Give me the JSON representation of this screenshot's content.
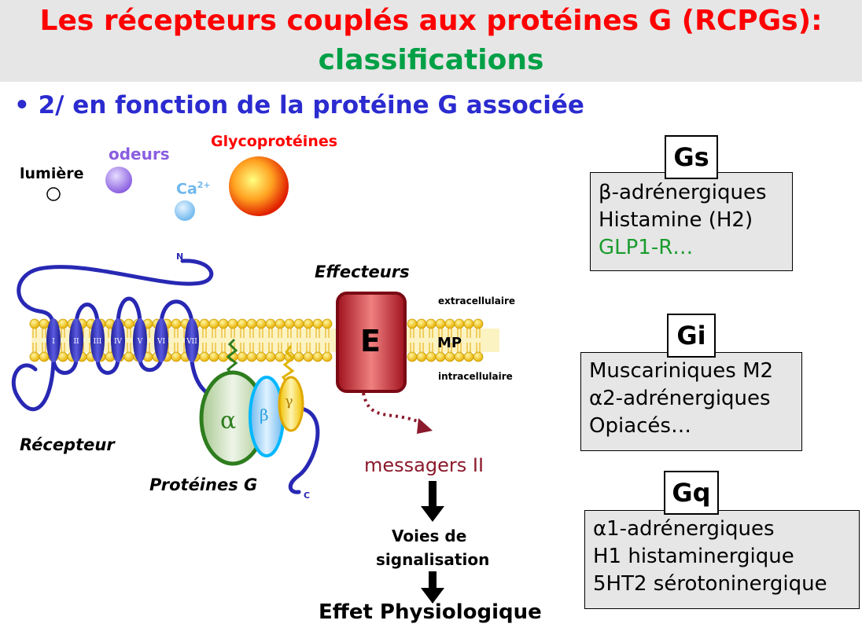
{
  "title": {
    "line1": "Les récepteurs couplés aux protéines G (RCPGs):",
    "line2": "classifications"
  },
  "subtitle": "• 2/ en fonction de la protéine G associée",
  "ligands": {
    "lumiere": "lumière",
    "odeurs": "odeurs",
    "calcium": "Ca",
    "calcium_sup": "2+",
    "glyco": "Glycoprotéines"
  },
  "diagram": {
    "n_terminal": "N",
    "c_terminal": "C",
    "effecteurs": "Effecteurs",
    "effector_letter": "E",
    "extracellulaire": "extracellulaire",
    "intracellulaire": "intracellulaire",
    "mp": "MP",
    "recepteur": "Récepteur",
    "proteines_g": "Protéines G",
    "alpha": "α",
    "beta": "β",
    "gamma": "γ",
    "helices": [
      "I",
      "II",
      "III",
      "IV",
      "V",
      "VI",
      "VII"
    ]
  },
  "flow": {
    "messagers": "messagers II",
    "voies_line1": "Voies de",
    "voies_line2": "signalisation",
    "effet": "Effet Physiologique"
  },
  "groups": [
    {
      "tag": "Gs",
      "lines": [
        "β-adrénergiques",
        "Histamine (H2)",
        "GLP1-R…"
      ],
      "highlight": "#1a9c2e"
    },
    {
      "tag": "Gi",
      "lines": [
        "Muscariniques M2",
        "α2-adrénergiques",
        "Opiacés…"
      ]
    },
    {
      "tag": "Gq",
      "lines": [
        "α1-adrénergiques",
        "H1 histaminergique",
        "5HT2 sérotoninergique"
      ]
    }
  ],
  "colors": {
    "title_red": "#ff0000",
    "title_green": "#00a046",
    "bullet_blue": "#2b2bd0",
    "receptor_blue": "#2828b4",
    "lipid_yellow": "#f2c200",
    "effector_red": "#b5202d",
    "messager_red": "#8b1a2c"
  }
}
